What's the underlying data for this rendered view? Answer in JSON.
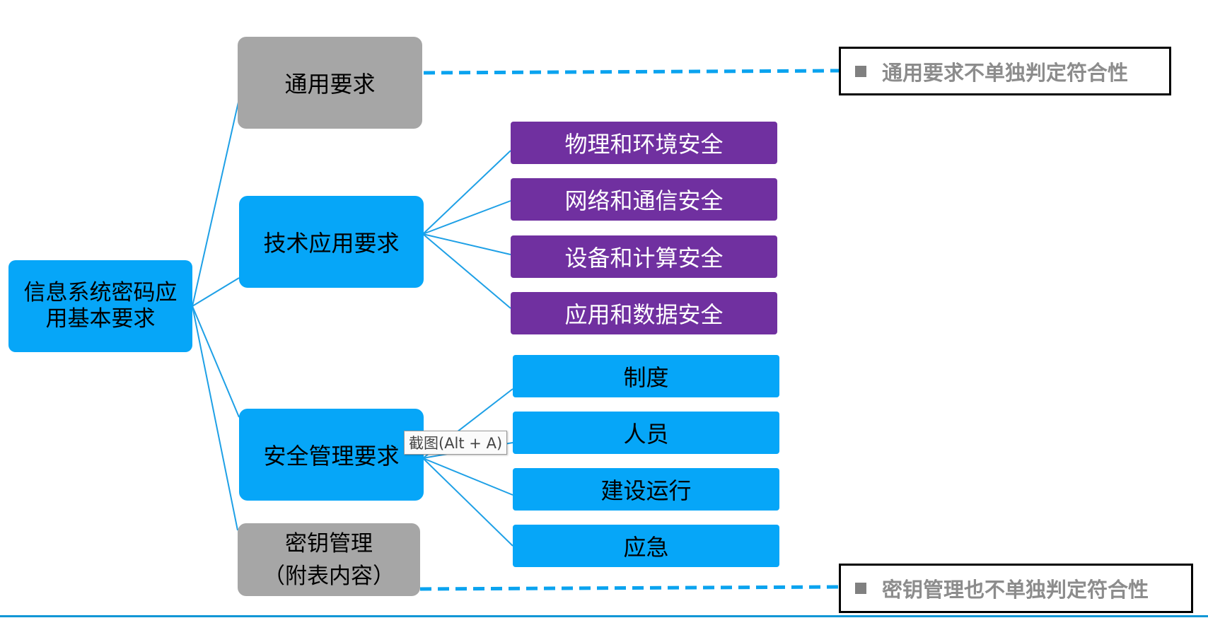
{
  "diagram": {
    "root": "信息系统密码应用基本要求",
    "root_lines": [
      "信息系统密码应",
      "用基本要求"
    ],
    "general": "通用要求",
    "tech": "技术应用要求",
    "mgmt": "安全管理要求",
    "key_lines": [
      "密钥管理",
      "（附表内容）"
    ],
    "tech_items": [
      "物理和环境安全",
      "网络和通信安全",
      "设备和计算安全",
      "应用和数据安全"
    ],
    "mgmt_items": [
      "制度",
      "人员",
      "建设运行",
      "应急"
    ],
    "note_general": "通用要求不单独判定符合性",
    "note_key": "密钥管理也不单独判定符合性",
    "tooltip": "截图(Alt + A)"
  },
  "colors": {
    "accent_blue": "#06a6f8",
    "purple": "#7030a0",
    "gray": "#a6a6a6",
    "connector": "#1ea0e6"
  }
}
